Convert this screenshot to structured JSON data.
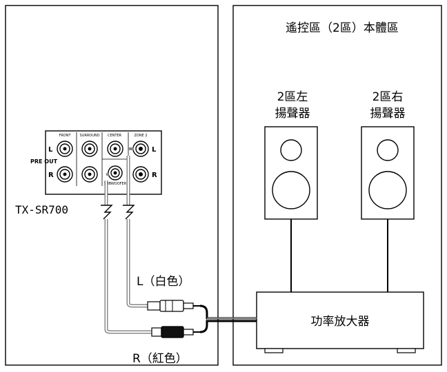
{
  "diagram": {
    "remote_zone_label": "遙控區（2區）本體區",
    "left_speaker_label": [
      "2區左",
      "揚聲器"
    ],
    "right_speaker_label": [
      "2區右",
      "揚聲器"
    ],
    "amplifier_label": "功率放大器",
    "receiver_model": "TX-SR700",
    "cable_left_label": "L（白色）",
    "cable_right_label": "R（紅色）",
    "panel": {
      "section_labels": [
        "FRONT",
        "SURROUND",
        "CENTER",
        "ZONE 2"
      ],
      "pre_out_label": "PRE OUT",
      "channel_l": "L",
      "channel_r": "R",
      "subwoofer_label": "SUBWOOFER"
    }
  }
}
